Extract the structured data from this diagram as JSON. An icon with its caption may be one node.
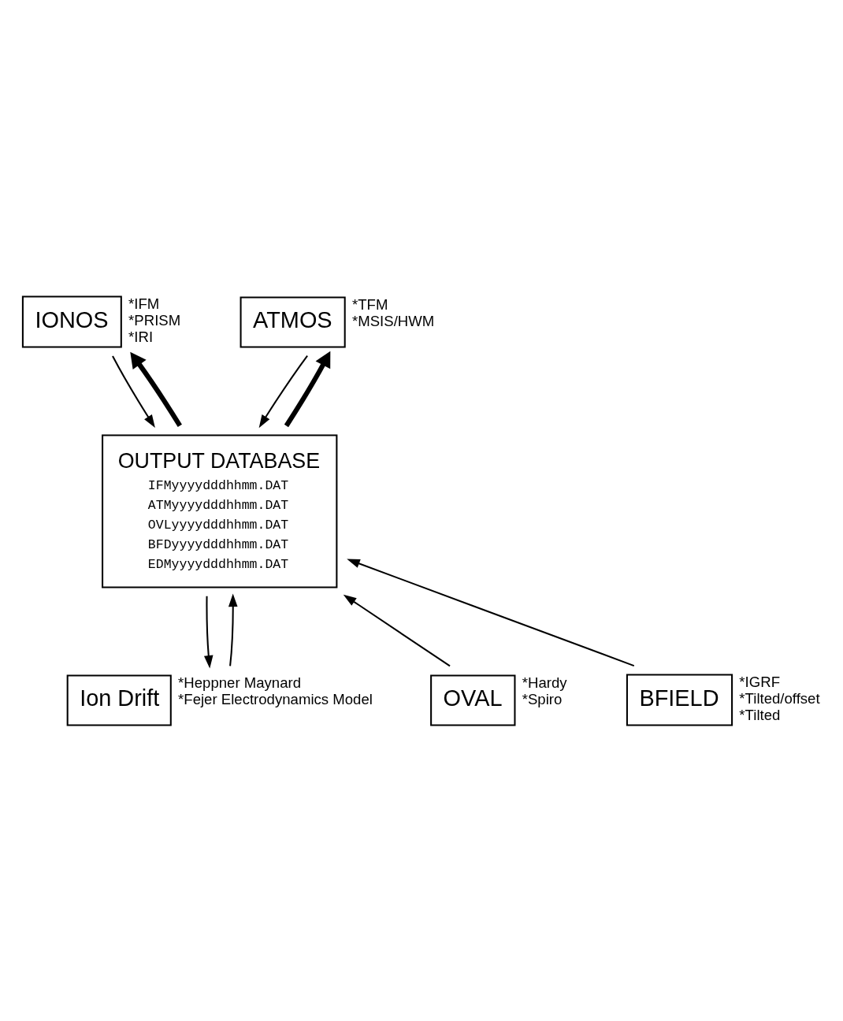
{
  "diagram": {
    "nodes": [
      {
        "text": [
          "IONOS"
        ],
        "beside": [
          "*IFM",
          "*PRISM",
          "*IRI"
        ]
      },
      {
        "text": [
          "ATMOS"
        ],
        "beside": [
          "*TFM",
          "*MSIS/HWM"
        ]
      },
      {
        "text": [
          "OUTPUT DATABASE",
          "IFMyyyydddhhmm.DAT",
          "ATMyyyydddhhmm.DAT",
          "OVLyyyydddhhmm.DAT",
          "BFDyyyydddhhmm.DAT",
          "EDMyyyydddhhmm.DAT"
        ]
      },
      {
        "text": [
          "OVAL"
        ],
        "beside": [
          "*Hardy",
          "*Spiro"
        ]
      },
      {
        "text": [
          "BFIELD"
        ],
        "beside": [
          "*IGRF",
          "*Tilted/offset",
          "*Tilted"
        ]
      },
      {
        "text": [
          "Ion Drift"
        ],
        "beside": [
          "*Heppner Maynard",
          "*Fejer Electrodynamics Model"
        ]
      }
    ],
    "edges": [
      {
        "from": 2,
        "to": 0,
        "arrow": "to",
        "style": "thick"
      },
      {
        "from": 2,
        "to": 1,
        "arrow": "to",
        "style": "thick"
      },
      {
        "from": 0,
        "to": 2,
        "arrow": "to"
      },
      {
        "from": 1,
        "to": 2,
        "arrow": "to"
      },
      {
        "from": 3,
        "to": 2,
        "arrow": "to"
      },
      {
        "from": 5,
        "to": 2,
        "arrow": "to"
      },
      {
        "from": 4,
        "to": 2,
        "arrow": "to"
      },
      {
        "from": 2,
        "to": 5,
        "arrow": "to"
      }
    ]
  }
}
